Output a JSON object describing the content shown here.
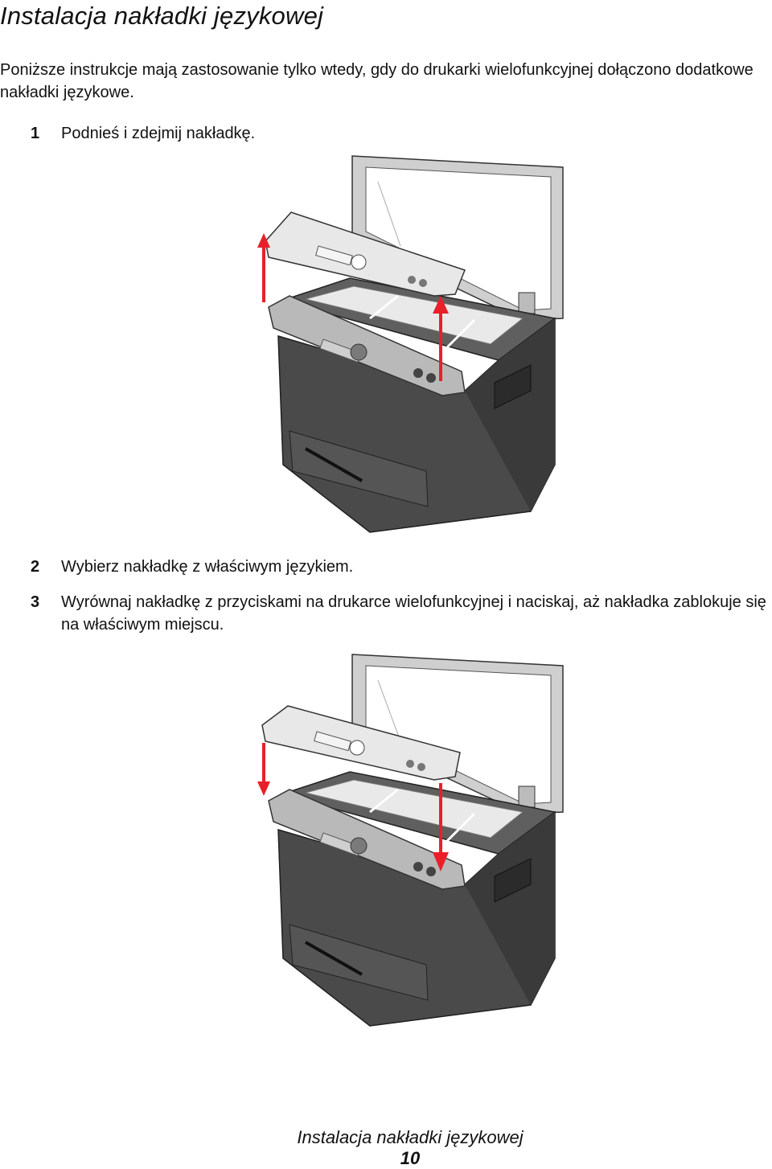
{
  "document": {
    "title": "Instalacja nakładki językowej",
    "intro": "Poniższe instrukcje mają zastosowanie tylko wtedy, gdy do drukarki wielofunkcyjnej dołączono dodatkowe nakładki językowe.",
    "steps": [
      {
        "number": "1",
        "text": "Podnieś i zdejmij nakładkę."
      },
      {
        "number": "2",
        "text": "Wybierz nakładkę z właściwym językiem."
      },
      {
        "number": "3",
        "text": "Wyrównaj nakładkę z przyciskami na drukarce wielofunkcyjnej i naciskaj, aż nakładka zablokuje się na właściwym miejscu."
      }
    ],
    "figures": [
      {
        "arrow_direction": "up"
      },
      {
        "arrow_direction": "down"
      }
    ],
    "footer": {
      "title": "Instalacja nakładki językowej",
      "page": "10"
    }
  },
  "colors": {
    "text": "#111111",
    "arrow": "#e8202a",
    "printer_dark": "#4a4a4a",
    "printer_mid": "#8c8c8c",
    "panel_light": "#e4e4e4"
  }
}
